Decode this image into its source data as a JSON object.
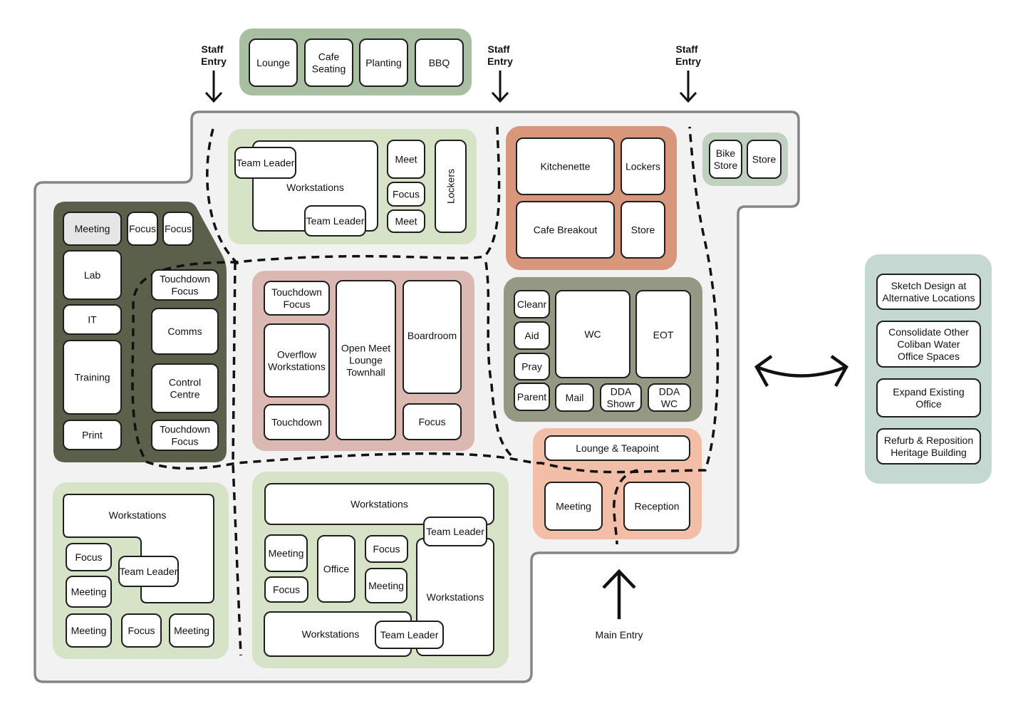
{
  "colors": {
    "floor_fill": "#f2f2f2",
    "floor_stroke": "#858585",
    "zone_green_light": "#d6e3c6",
    "zone_sage": "#a8bfa2",
    "zone_sage_light": "#c0d1c2",
    "zone_dark_olive": "#5b604b",
    "zone_pink": "#dbb8b2",
    "zone_terracotta": "#d8967a",
    "zone_grey_olive": "#959883",
    "zone_peach": "#f3bea7",
    "options_panel": "#c6d8d2"
  },
  "entries": {
    "staff_entry_1": [
      "Staff",
      "Entry"
    ],
    "staff_entry_2": [
      "Staff",
      "Entry"
    ],
    "staff_entry_3": [
      "Staff",
      "Entry"
    ],
    "main_entry": "Main Entry"
  },
  "rooms": {
    "lounge": [
      "Lounge"
    ],
    "cafe_seating": [
      "Cafe",
      "Seating"
    ],
    "planting": [
      "Planting"
    ],
    "bbq": [
      "BBQ"
    ],
    "ws_top": [
      "Workstations"
    ],
    "team_leader_top_a": [
      "Team Leader"
    ],
    "team_leader_top_b": [
      "Team Leader"
    ],
    "meet_a": [
      "Meet"
    ],
    "focus_top": [
      "Focus"
    ],
    "meet_b": [
      "Meet"
    ],
    "lockers_vertical": [
      "Lockers"
    ],
    "kitchenette": [
      "Kitchenette"
    ],
    "lockers": [
      "Lockers"
    ],
    "cafe_breakout": [
      "Cafe Breakout"
    ],
    "store_amenity": [
      "Store"
    ],
    "bike_store": [
      "Bike",
      "Store"
    ],
    "store_bike": [
      "Store"
    ],
    "meeting_left": [
      "Meeting"
    ],
    "focus_left_a": [
      "Focus"
    ],
    "focus_left_b": [
      "Focus"
    ],
    "lab": [
      "Lab"
    ],
    "it": [
      "IT"
    ],
    "training": [
      "Training"
    ],
    "print": [
      "Print"
    ],
    "touchdown_focus_left_a": [
      "Touchdown",
      "Focus"
    ],
    "comms": [
      "Comms"
    ],
    "control_centre": [
      "Control",
      "Centre"
    ],
    "touchdown_focus_left_b": [
      "Touchdown",
      "Focus"
    ],
    "touchdown_focus_centre": [
      "Touchdown",
      "Focus"
    ],
    "overflow_workstations": [
      "Overflow",
      "Workstations"
    ],
    "touchdown": [
      "Touchdown"
    ],
    "open_meet": [
      "Open Meet",
      "Lounge",
      "Townhall"
    ],
    "boardroom": [
      "Boardroom"
    ],
    "focus_centre": [
      "Focus"
    ],
    "cleanr": [
      "Cleanr"
    ],
    "aid": [
      "Aid"
    ],
    "pray": [
      "Pray"
    ],
    "parent": [
      "Parent"
    ],
    "wc": [
      "WC"
    ],
    "eot": [
      "EOT"
    ],
    "mail": [
      "Mail"
    ],
    "dda_showr": [
      "DDA",
      "Showr"
    ],
    "dda_wc": [
      "DDA",
      "WC"
    ],
    "lounge_teapoint": [
      "Lounge & Teapoint"
    ],
    "meeting_recep": [
      "Meeting"
    ],
    "reception": [
      "Reception"
    ],
    "ws_bl": [
      "Workstations"
    ],
    "focus_bl_a": [
      "Focus"
    ],
    "team_leader_bl": [
      "Team Leader"
    ],
    "meeting_bl_a": [
      "Meeting"
    ],
    "meeting_bl_b": [
      "Meeting"
    ],
    "focus_bl_b": [
      "Focus"
    ],
    "meeting_bl_c": [
      "Meeting"
    ],
    "ws_bc_top": [
      "Workstations"
    ],
    "team_leader_bc_a": [
      "Team Leader"
    ],
    "meeting_bc_a": [
      "Meeting"
    ],
    "office": [
      "Office"
    ],
    "focus_bc_a": [
      "Focus"
    ],
    "focus_bc_b": [
      "Focus"
    ],
    "meeting_bc_b": [
      "Meeting"
    ],
    "ws_bc_right": [
      "Workstations"
    ],
    "ws_bc_bottom": [
      "Workstations"
    ],
    "team_leader_bc_b": [
      "Team Leader"
    ]
  },
  "options": [
    [
      "Sketch Design at",
      "Alternative Locations"
    ],
    [
      "Consolidate Other",
      "Coliban Water",
      "Office Spaces"
    ],
    [
      "Expand Existing",
      "Office"
    ],
    [
      "Refurb & Reposition",
      "Heritage Building"
    ]
  ],
  "icons": {
    "double_arrow": "curved-double-arrow-icon",
    "entry_arrow": "arrow-icon"
  }
}
